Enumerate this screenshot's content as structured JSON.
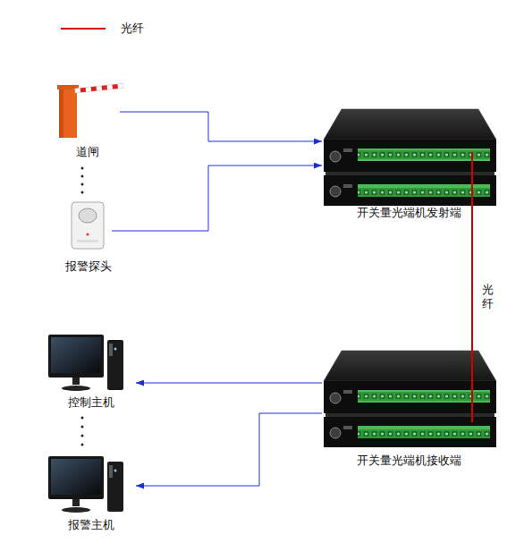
{
  "diagram": {
    "nodes": [
      {
        "text": [
          "道闸"
        ]
      },
      {
        "text": [
          "报警探头"
        ]
      },
      {
        "text": [
          "开关量光端机发射端"
        ]
      },
      {
        "text": [
          "开关量光端机接收端"
        ]
      },
      {
        "text": [
          "控制主机"
        ]
      },
      {
        "text": [
          "报警主机"
        ]
      }
    ],
    "edges": [
      {
        "from": 0,
        "to": 2,
        "arrow": "to"
      },
      {
        "from": 1,
        "to": 2,
        "arrow": "to"
      },
      {
        "from": 2,
        "to": 3,
        "label": "光纤",
        "arrow": "none"
      },
      {
        "from": 3,
        "to": 4,
        "arrow": "to"
      },
      {
        "from": 3,
        "to": 5,
        "arrow": "to"
      }
    ],
    "legend": [
      {
        "text": "光纤"
      }
    ]
  }
}
